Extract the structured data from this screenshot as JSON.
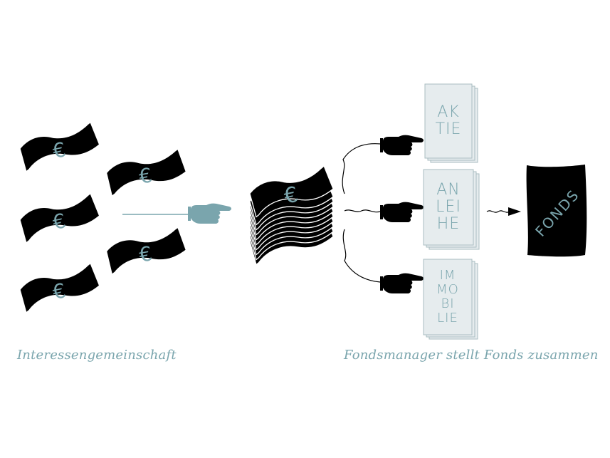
{
  "colors": {
    "ink": "#000000",
    "accent": "#7aa5ad",
    "paper": "#e6ecee",
    "paper_stroke": "#a9bdc1"
  },
  "currency_symbol": "€",
  "icons": {
    "banknote": "euro-banknote-icon",
    "pointer": "pointing-hand-icon",
    "arrow": "wavy-arrow-icon"
  },
  "documents": [
    {
      "id": "aktie",
      "lines": [
        "AK",
        "TIE"
      ]
    },
    {
      "id": "anleihe",
      "lines": [
        "AN",
        "LEI",
        "HE"
      ]
    },
    {
      "id": "immobilie",
      "lines": [
        "IM",
        "MO",
        "BI",
        "LIE"
      ]
    }
  ],
  "fonds": {
    "label": "FONDS"
  },
  "captions": {
    "left": "Interessengemeinschaft",
    "right": "Fondsmanager stellt Fonds zusammen"
  }
}
